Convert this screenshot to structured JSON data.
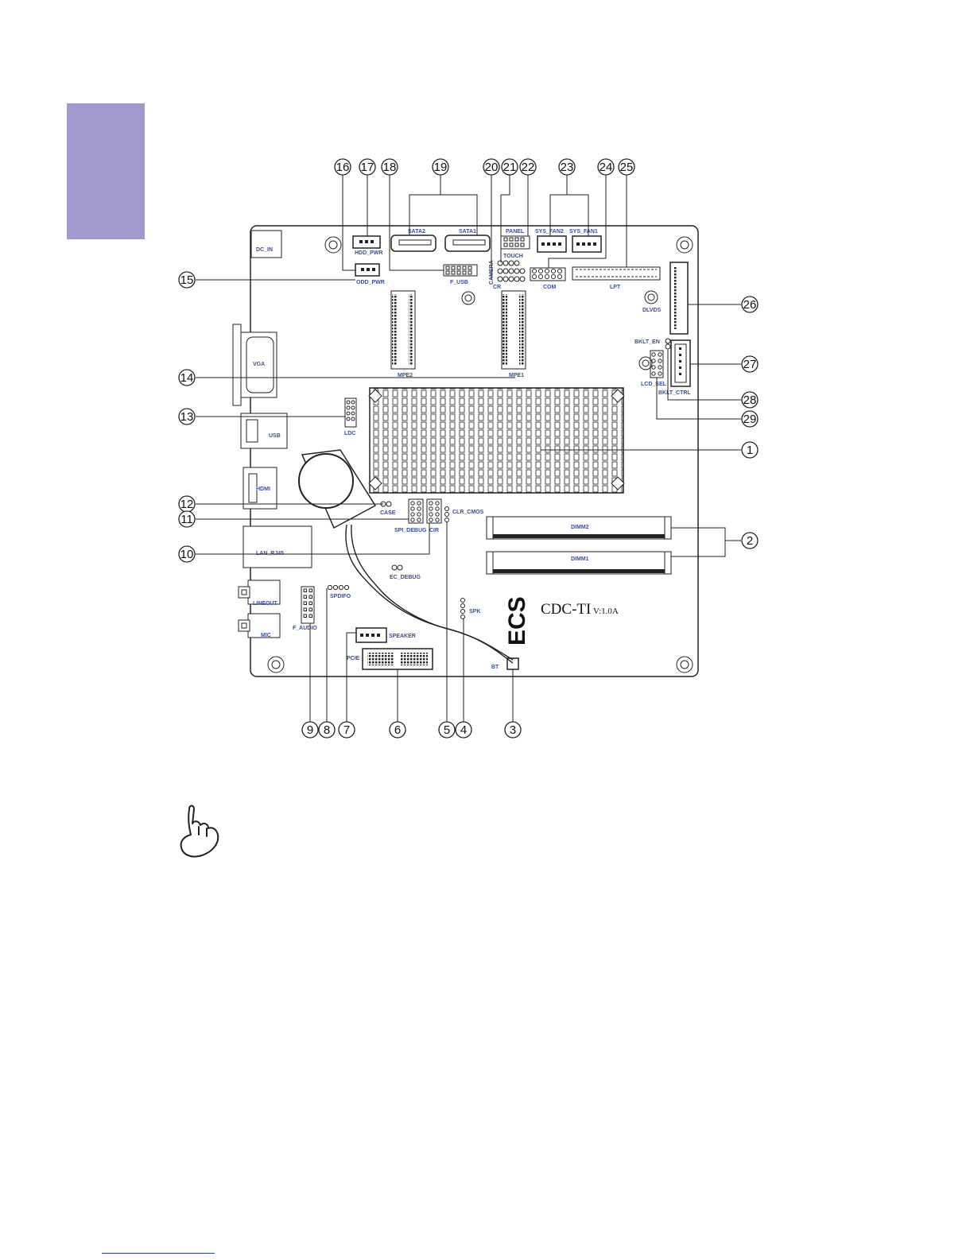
{
  "board": {
    "model": "CDC-TI",
    "version": "V:1.0A",
    "brand": "ECS"
  },
  "components": {
    "dc_in": "DC_IN",
    "hdd_pwr": "HDD_PWR",
    "odd_pwr": "ODD_PWR",
    "sata2": "SATA2",
    "sata1": "SATA1",
    "f_usb": "F_USB",
    "panel": "PANEL",
    "touch": "TOUCH",
    "camera": "CAMERA",
    "cr": "CR",
    "sys_fan2": "SYS_FAN2",
    "sys_fan1": "SYS_FAN1",
    "com": "COM",
    "lpt": "LPT",
    "dlvds": "DLVDS",
    "mpe2": "MPE2",
    "mpe1": "MPE1",
    "vga": "VGA",
    "bklt_en": "BKLT_EN",
    "lcd_sel": "LCD_SEL",
    "bklt_ctrl": "BKLT_CTRL",
    "ldc": "LDC",
    "usb": "USB",
    "hdmi": "HDMI",
    "case": "CASE",
    "clr_cmos": "CLR_CMOS",
    "spi_debug": "SPI_DEBUG",
    "cir": "CIR",
    "dimm2": "DIMM2",
    "dimm1": "DIMM1",
    "lan": "LAN_RJ45",
    "ec_debug": "EC_DEBUG",
    "lineout": "LINEOUT",
    "spdifo": "SPDIFO",
    "f_audio": "F_AUDIO",
    "mic": "MIC",
    "spk": "SPK",
    "speaker": "SPEAKER",
    "pcie": "PCIE",
    "bt": "BT"
  },
  "callouts": [
    "1",
    "2",
    "3",
    "4",
    "5",
    "6",
    "7",
    "8",
    "9",
    "10",
    "11",
    "12",
    "13",
    "14",
    "15",
    "16",
    "17",
    "18",
    "19",
    "20",
    "21",
    "22",
    "23",
    "24",
    "25",
    "26",
    "27",
    "28",
    "29"
  ]
}
